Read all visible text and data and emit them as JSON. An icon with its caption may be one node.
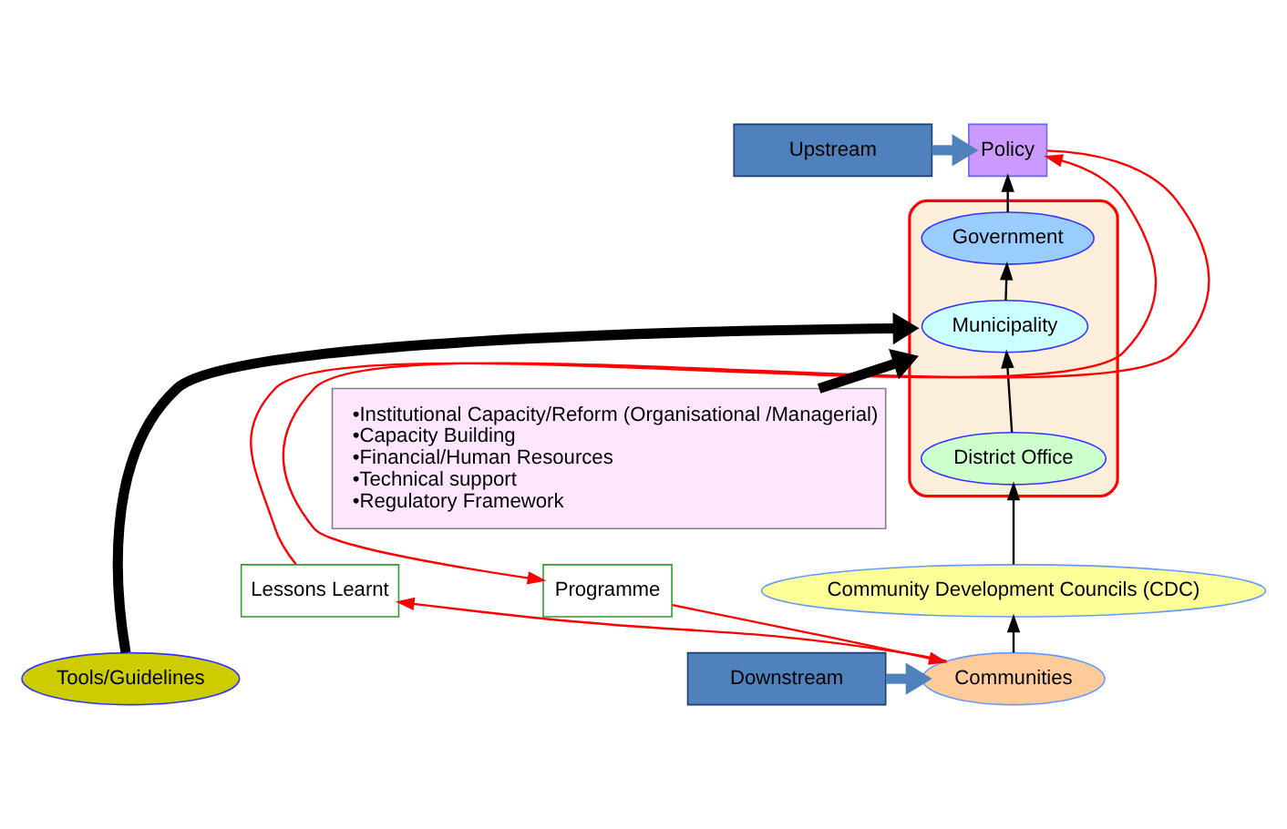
{
  "diagram": {
    "nodes": [
      {
        "text": [],
        "shape": "ellipse"
      },
      {
        "text": [
          "Policy"
        ]
      },
      {
        "text": [
          "Government"
        ],
        "in": 0
      },
      {
        "text": [
          "Municipality"
        ],
        "in": 0
      },
      {
        "text": [
          "District Office"
        ],
        "in": 0
      },
      {
        "text": [
          "Community Development Councils (CDC)"
        ]
      },
      {
        "text": [
          "Communities"
        ]
      },
      {
        "text": [
          "Lessons Learnt"
        ]
      },
      {
        "text": [
          "Programme"
        ]
      },
      {
        "text": [
          "Upstream"
        ]
      },
      {
        "text": [
          "•Institutional Capacity/Reform (Organisational /Managerial)",
          "•Capacity Building",
          "•Financial/Human Resources",
          "•Technical support",
          "•Regulatory Framework"
        ]
      },
      {
        "text": [
          "Tools/Guidelines"
        ]
      },
      {
        "text": [
          "Downstream"
        ]
      }
    ],
    "edges": [
      {
        "from": 2,
        "to": 1,
        "arrow": "to"
      },
      {
        "from": 3,
        "to": 2,
        "arrow": "to"
      },
      {
        "from": 4,
        "to": 3,
        "arrow": "to"
      },
      {
        "from": 5,
        "to": 4,
        "arrow": "to"
      },
      {
        "from": 6,
        "to": 5,
        "arrow": "to"
      },
      {
        "from": 1,
        "to": 8,
        "arrow": "to",
        "color": "#ff0000"
      },
      {
        "from": 8,
        "to": 6,
        "arrow": "to",
        "color": "#ff0000"
      },
      {
        "from": 6,
        "to": 7,
        "arrow": "to",
        "color": "#ff0000"
      },
      {
        "from": 7,
        "to": 1,
        "arrow": "to",
        "color": "#ff0000"
      },
      {
        "from": 9,
        "to": 1,
        "arrow": "to",
        "style": "thick",
        "color": "#4f81bd"
      },
      {
        "from": 10,
        "to": 0,
        "arrow": "to",
        "style": "thick"
      },
      {
        "from": 11,
        "to": 0,
        "arrow": "to",
        "style": "thick"
      },
      {
        "from": 12,
        "to": 6,
        "arrow": "to",
        "style": "thick",
        "color": "#4f81bd"
      }
    ]
  }
}
